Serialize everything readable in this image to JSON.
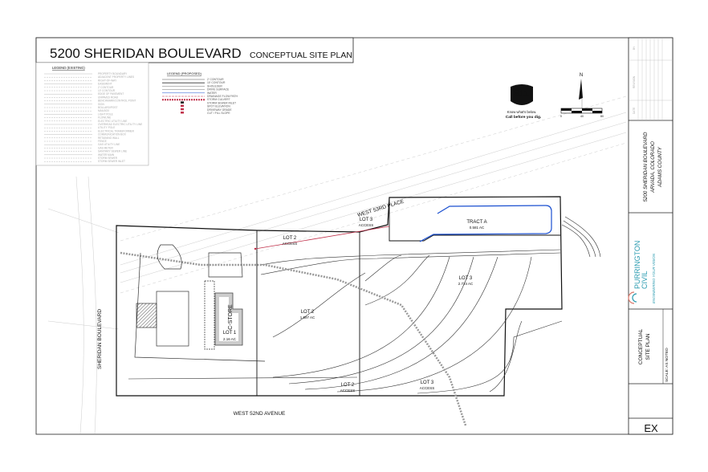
{
  "title": {
    "project": "5200 SHERIDAN BOULEVARD",
    "subtitle": "CONCEPTUAL SITE PLAN"
  },
  "legend_existing": {
    "heading": "LEGEND (EXISTING)",
    "items": [
      "PROPERTY BOUNDARY",
      "ADJACENT PROPERTY LINES",
      "RIGHT-OF-WAY",
      "EASEMENT",
      "2' CONTOUR",
      "10' CONTOUR",
      "EDGE OF PAVEMENT",
      "UNPAVED ROAD",
      "BENCHMARK/CONTROL POINT",
      "SIGN",
      "BOLLARD/POST",
      "MAILBOX",
      "LIGHT POLE",
      "FLOWLINE",
      "ELECTRIC UTILITY LINE",
      "OVERHEAD ELECTRIC UTILITY LINE",
      "UTILITY POLE",
      "ELECTRICAL TRANSFORMER",
      "COMMUNICATION BOX",
      "RETAINING WALL",
      "FENCE",
      "GAS UTILITY LINE",
      "GAS METER",
      "SANITARY SEWER LINE",
      "WATER MAIN",
      "STORM SEWER",
      "STORM SEWER INLET"
    ]
  },
  "legend_proposed": {
    "heading": "LEGEND (PROPOSED)",
    "items": [
      "2' CONTOUR",
      "10' CONTOUR",
      "SHOULDER",
      "DRIVE SURFACE",
      "WATER",
      "DRAINAGE FLOW PATH",
      "STORM CULVERT",
      "STORM SEWER INLET",
      "SPOT ELEVATION",
      "DRIVEWAY GRADE",
      "CUT / FILL SLOPE"
    ]
  },
  "call811": {
    "logo": "811",
    "line1": "Know what's below.",
    "line2": "Call before you dig."
  },
  "north_arrow": {
    "label": "N",
    "scale_ticks": [
      "0",
      "40",
      "80"
    ]
  },
  "streets": {
    "west_53rd": "WEST 53RD PLACE",
    "sheridan": "SHERIDAN BOULEVARD",
    "west_52nd": "WEST 52ND AVENUE"
  },
  "lots": [
    {
      "name": "LOT 1",
      "area": "2.16 AC"
    },
    {
      "name": "LOT 2",
      "area": "1.597 AC"
    },
    {
      "name": "LOT 3",
      "area": "2.724 AC"
    },
    {
      "name": "TRACT A",
      "area": "0.581 AC"
    }
  ],
  "building": "C-STORE",
  "access_labels": [
    {
      "lot": "LOT 2",
      "label": "ACCESS"
    },
    {
      "lot": "LOT 3",
      "label": "ACCESS"
    },
    {
      "lot": "LOT 2",
      "label": "ACCESS"
    },
    {
      "lot": "LOT 3",
      "label": "ACCESS"
    }
  ],
  "title_block": {
    "revision_headers": [
      "DATE",
      "REVISION",
      "BY"
    ],
    "address": [
      "5200 SHERIDAN BOULEVARD",
      "ARVADA, COLORADO",
      "ADAMS COUNTY"
    ],
    "company": [
      "PURRINGTON",
      "CIVIL"
    ],
    "tagline": "ENGINEERING YOUR VISION",
    "sheet_title": [
      "CONCEPTUAL",
      "SITE PLAN"
    ],
    "scale": "SCALE: AS NOTED",
    "sheet_number": "EX"
  },
  "colors": {
    "flow_path": "#1a4fd0",
    "storm": "#c0304a",
    "brand_teal": "#2a9bb0"
  }
}
